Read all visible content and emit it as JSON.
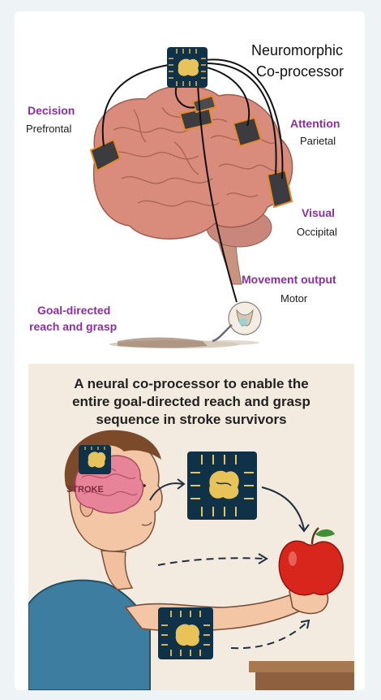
{
  "top_panel": {
    "coprocessor_title_line1": "Neuromorphic",
    "coprocessor_title_line2": "Co-processor",
    "decision_label": "Decision",
    "decision_sub": "Prefrontal",
    "attention_label": "Attention",
    "attention_sub": "Parietal",
    "visual_label": "Visual",
    "visual_sub": "Occipital",
    "movement_label": "Movement output",
    "movement_sub": "Motor",
    "goal_line1": "Goal-directed",
    "goal_line2": "reach and grasp"
  },
  "bottom_panel": {
    "heading_line1": "A neural co-processor to enable the",
    "heading_line2": "entire goal-directed reach and grasp",
    "heading_line3": "sequence in stroke survivors",
    "stroke_label": "STROKE"
  },
  "colors": {
    "accent_purple": "#8a2f9e",
    "chip_navy": "#0f3248",
    "chip_gold": "#e8c35a",
    "brain_pink": "#d98c7c",
    "apple_red": "#d8261c",
    "panel_beige": "#f4ebe0"
  }
}
